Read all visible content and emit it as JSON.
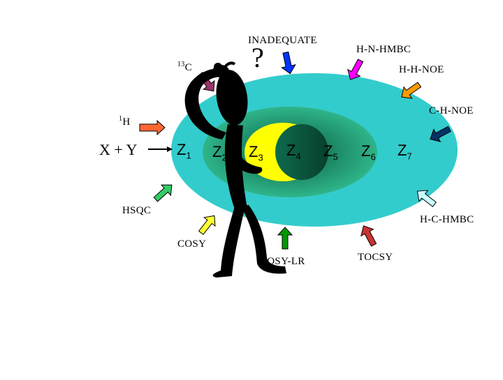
{
  "labels": {
    "inadequate": "INADEQUATE",
    "hnhmbc": "H-N-HMBC",
    "c13_sup": "13",
    "c13_base": "C",
    "hhnoe": "H-H-NOE",
    "chnoe": "C-H-NOE",
    "h1_sup": "1",
    "h1_base": "H",
    "xy": "X + Y",
    "hsqc": "HSQC",
    "hchmbc": "H-C-HMBC",
    "cosy": "COSY",
    "cosylr": "COSY-LR",
    "tocsy": "TOCSY",
    "question_mark": "?"
  },
  "zones": [
    {
      "base": "Z",
      "sub": "1"
    },
    {
      "base": "Z",
      "sub": "2"
    },
    {
      "base": "Z",
      "sub": "3"
    },
    {
      "base": "Z",
      "sub": "4"
    },
    {
      "base": "Z",
      "sub": "5"
    },
    {
      "base": "Z",
      "sub": "6"
    },
    {
      "base": "Z",
      "sub": "7"
    }
  ],
  "colors": {
    "outer_ellipse": "#33cccc",
    "middle_ellipse_dark": "#0a5a40",
    "middle_ellipse_light": "#2fb58a",
    "inner_circle": "#ffff00",
    "core_circle_dark": "#0a5a40",
    "core_circle_light": "#3cc090",
    "figure": "#000000",
    "arrow_13c": "#993366",
    "arrow_inadequate": "#0033ff",
    "arrow_hnhmbc": "#ff00ff",
    "arrow_hhnoe": "#ff9900",
    "arrow_chnoe": "#003366",
    "arrow_1h": "#ff6633",
    "arrow_hsqc": "#33cc66",
    "arrow_hchmbc": "#ccffff",
    "arrow_cosy": "#ffff33",
    "arrow_cosylr": "#009900",
    "arrow_tocsy": "#cc3333"
  }
}
